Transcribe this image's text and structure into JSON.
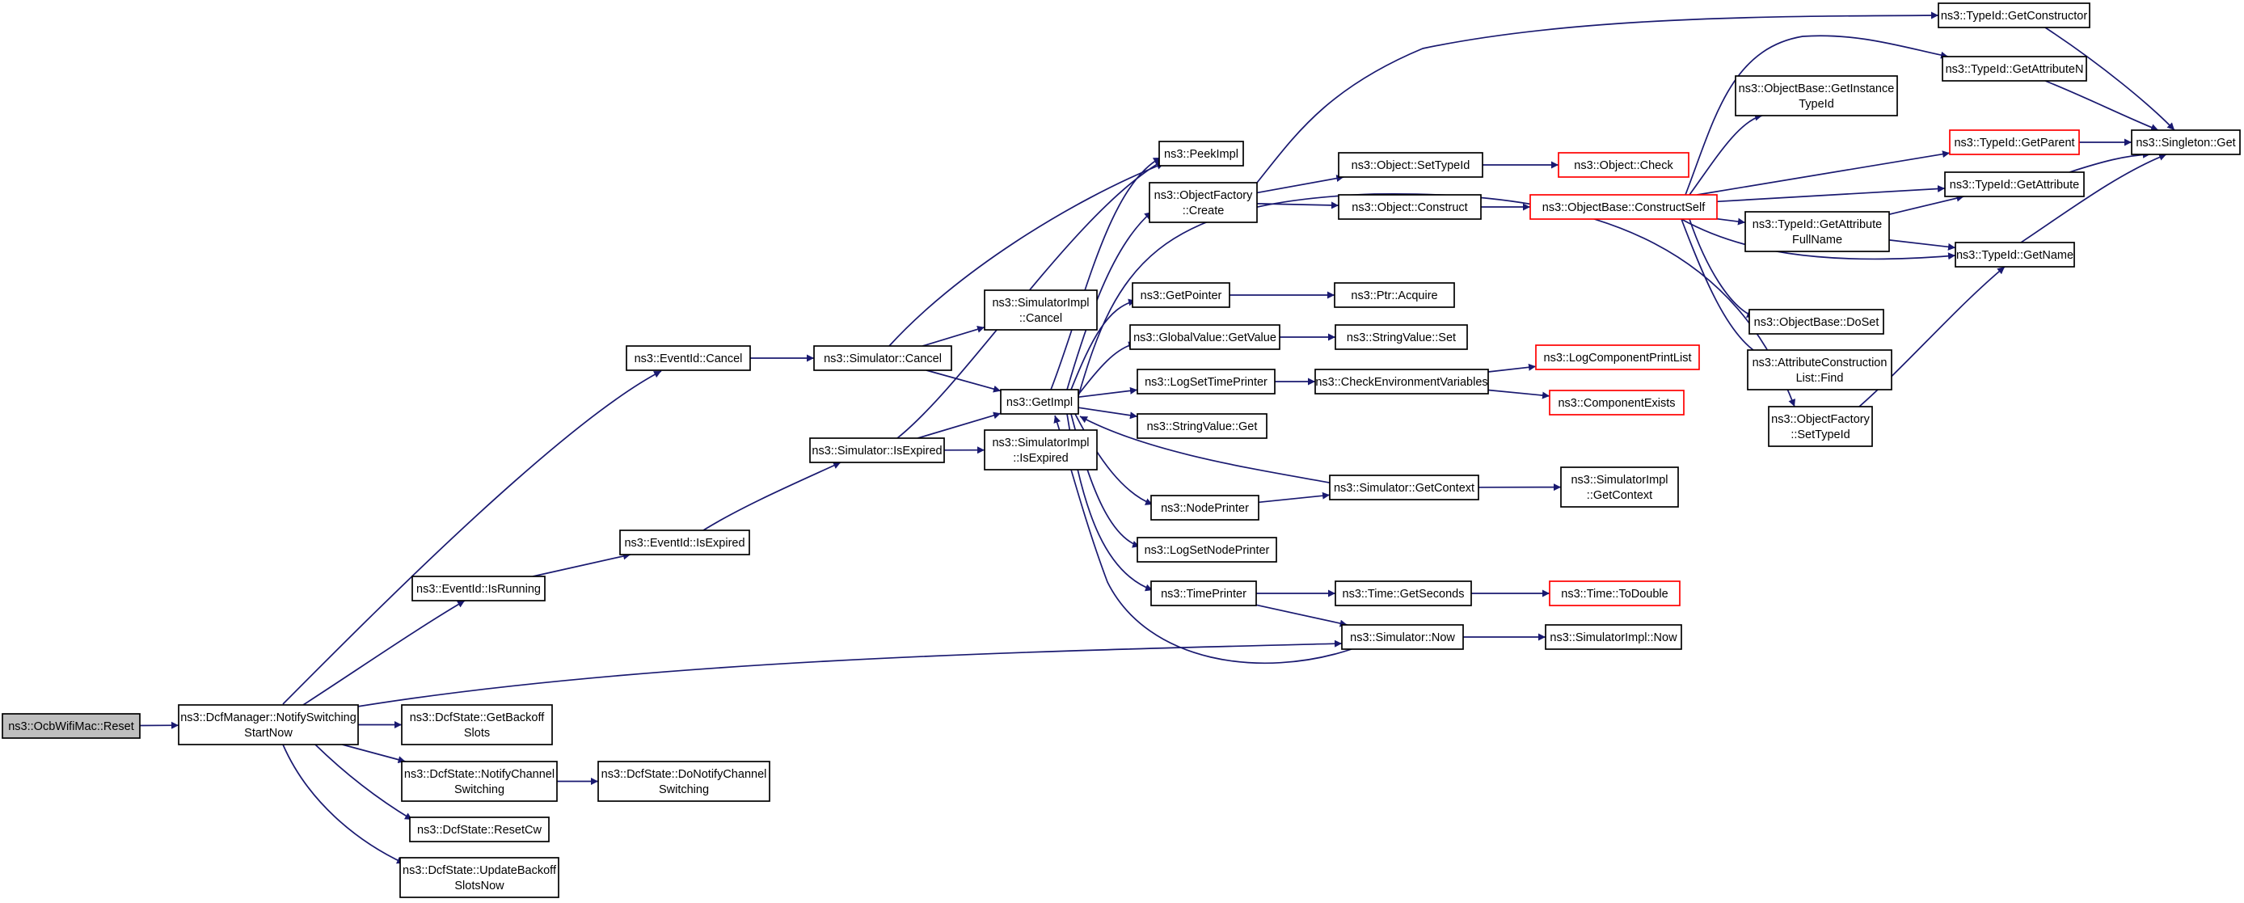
{
  "diagram": {
    "title": "",
    "edge_color": "#191970",
    "box_border_color": "#000000",
    "incomplete_border_color": "#ff0000",
    "root_fill": "#bfbfbf",
    "nodes": [
      {
        "id": "reset",
        "lines": [
          "ns3::OcbWifiMac::Reset"
        ],
        "style": "root"
      },
      {
        "id": "notify",
        "lines": [
          "ns3::DcfManager::NotifySwitching",
          "StartNow"
        ]
      },
      {
        "id": "evcancel",
        "lines": [
          "ns3::EventId::Cancel"
        ]
      },
      {
        "id": "isrunning",
        "lines": [
          "ns3::EventId::IsRunning"
        ]
      },
      {
        "id": "getbackoff",
        "lines": [
          "ns3::DcfState::GetBackoff",
          "Slots"
        ]
      },
      {
        "id": "notifych",
        "lines": [
          "ns3::DcfState::NotifyChannel",
          "Switching"
        ]
      },
      {
        "id": "resetcw",
        "lines": [
          "ns3::DcfState::ResetCw"
        ]
      },
      {
        "id": "updbackoff",
        "lines": [
          "ns3::DcfState::UpdateBackoff",
          "SlotsNow"
        ]
      },
      {
        "id": "evexpired",
        "lines": [
          "ns3::EventId::IsExpired"
        ]
      },
      {
        "id": "donotify",
        "lines": [
          "ns3::DcfState::DoNotifyChannel",
          "Switching"
        ]
      },
      {
        "id": "simcancel",
        "lines": [
          "ns3::Simulator::Cancel"
        ]
      },
      {
        "id": "simexpired",
        "lines": [
          "ns3::Simulator::IsExpired"
        ]
      },
      {
        "id": "implcancel",
        "lines": [
          "ns3::SimulatorImpl",
          "::Cancel"
        ]
      },
      {
        "id": "getimpl",
        "lines": [
          "ns3::GetImpl"
        ]
      },
      {
        "id": "implexpired",
        "lines": [
          "ns3::SimulatorImpl",
          "::IsExpired"
        ]
      },
      {
        "id": "peekimpl",
        "lines": [
          "ns3::PeekImpl"
        ]
      },
      {
        "id": "ofcreate",
        "lines": [
          "ns3::ObjectFactory",
          "::Create"
        ]
      },
      {
        "id": "getpointer",
        "lines": [
          "ns3::GetPointer"
        ]
      },
      {
        "id": "gvgetvalue",
        "lines": [
          "ns3::GlobalValue::GetValue"
        ]
      },
      {
        "id": "logtime",
        "lines": [
          "ns3::LogSetTimePrinter"
        ]
      },
      {
        "id": "strget",
        "lines": [
          "ns3::StringValue::Get"
        ]
      },
      {
        "id": "nodeprinter",
        "lines": [
          "ns3::NodePrinter"
        ]
      },
      {
        "id": "lognode",
        "lines": [
          "ns3::LogSetNodePrinter"
        ]
      },
      {
        "id": "timeprinter",
        "lines": [
          "ns3::TimePrinter"
        ]
      },
      {
        "id": "settypeid",
        "lines": [
          "ns3::Object::SetTypeId"
        ]
      },
      {
        "id": "construct",
        "lines": [
          "ns3::Object::Construct"
        ]
      },
      {
        "id": "ptracquire",
        "lines": [
          "ns3::Ptr::Acquire"
        ]
      },
      {
        "id": "strset",
        "lines": [
          "ns3::StringValue::Set"
        ]
      },
      {
        "id": "checkenv",
        "lines": [
          "ns3::CheckEnvironmentVariables"
        ]
      },
      {
        "id": "getcontext",
        "lines": [
          "ns3::Simulator::GetContext"
        ]
      },
      {
        "id": "getseconds",
        "lines": [
          "ns3::Time::GetSeconds"
        ]
      },
      {
        "id": "simnow",
        "lines": [
          "ns3::Simulator::Now"
        ]
      },
      {
        "id": "objcheck",
        "lines": [
          "ns3::Object::Check"
        ],
        "style": "red"
      },
      {
        "id": "constructself",
        "lines": [
          "ns3::ObjectBase::ConstructSelf"
        ],
        "style": "red"
      },
      {
        "id": "logcompprint",
        "lines": [
          "ns3::LogComponentPrintList"
        ],
        "style": "red"
      },
      {
        "id": "compexists",
        "lines": [
          "ns3::ComponentExists"
        ],
        "style": "red"
      },
      {
        "id": "implgetcontext",
        "lines": [
          "ns3::SimulatorImpl",
          "::GetContext"
        ]
      },
      {
        "id": "todouble",
        "lines": [
          "ns3::Time::ToDouble"
        ],
        "style": "red"
      },
      {
        "id": "implnow",
        "lines": [
          "ns3::SimulatorImpl::Now"
        ]
      },
      {
        "id": "getinstance",
        "lines": [
          "ns3::ObjectBase::GetInstance",
          "TypeId"
        ]
      },
      {
        "id": "getattrfull",
        "lines": [
          "ns3::TypeId::GetAttribute",
          "FullName"
        ]
      },
      {
        "id": "doset",
        "lines": [
          "ns3::ObjectBase::DoSet"
        ]
      },
      {
        "id": "attrfind",
        "lines": [
          "ns3::AttributeConstruction",
          "List::Find"
        ]
      },
      {
        "id": "ofsettypeid",
        "lines": [
          "ns3::ObjectFactory",
          "::SetTypeId"
        ]
      },
      {
        "id": "getconstructor",
        "lines": [
          "ns3::TypeId::GetConstructor"
        ]
      },
      {
        "id": "getattrn",
        "lines": [
          "ns3::TypeId::GetAttributeN"
        ]
      },
      {
        "id": "getparent",
        "lines": [
          "ns3::TypeId::GetParent"
        ],
        "style": "red"
      },
      {
        "id": "getattribute",
        "lines": [
          "ns3::TypeId::GetAttribute"
        ]
      },
      {
        "id": "getname",
        "lines": [
          "ns3::TypeId::GetName"
        ]
      },
      {
        "id": "singleton",
        "lines": [
          "ns3::Singleton::Get"
        ]
      }
    ],
    "edges": [
      [
        "reset",
        "notify"
      ],
      [
        "notify",
        "evcancel"
      ],
      [
        "notify",
        "isrunning"
      ],
      [
        "notify",
        "getbackoff"
      ],
      [
        "notify",
        "notifych"
      ],
      [
        "notify",
        "resetcw"
      ],
      [
        "notify",
        "updbackoff"
      ],
      [
        "notify",
        "simnow"
      ],
      [
        "evcancel",
        "simcancel"
      ],
      [
        "isrunning",
        "evexpired"
      ],
      [
        "evexpired",
        "simexpired"
      ],
      [
        "notifych",
        "donotify"
      ],
      [
        "simcancel",
        "implcancel"
      ],
      [
        "simcancel",
        "getimpl"
      ],
      [
        "simcancel",
        "peekimpl"
      ],
      [
        "simexpired",
        "getimpl"
      ],
      [
        "simexpired",
        "implexpired"
      ],
      [
        "simexpired",
        "peekimpl"
      ],
      [
        "getimpl",
        "peekimpl"
      ],
      [
        "getimpl",
        "ofcreate"
      ],
      [
        "getimpl",
        "getpointer"
      ],
      [
        "getimpl",
        "gvgetvalue"
      ],
      [
        "getimpl",
        "logtime"
      ],
      [
        "getimpl",
        "strget"
      ],
      [
        "getimpl",
        "nodeprinter"
      ],
      [
        "getimpl",
        "lognode"
      ],
      [
        "getimpl",
        "timeprinter"
      ],
      [
        "getimpl",
        "ofsettypeid"
      ],
      [
        "ofcreate",
        "settypeid"
      ],
      [
        "ofcreate",
        "construct"
      ],
      [
        "ofcreate",
        "getconstructor"
      ],
      [
        "getpointer",
        "ptracquire"
      ],
      [
        "gvgetvalue",
        "strset"
      ],
      [
        "logtime",
        "checkenv"
      ],
      [
        "checkenv",
        "logcompprint"
      ],
      [
        "checkenv",
        "compexists"
      ],
      [
        "nodeprinter",
        "getcontext"
      ],
      [
        "getcontext",
        "getimpl"
      ],
      [
        "getcontext",
        "implgetcontext"
      ],
      [
        "timeprinter",
        "getseconds"
      ],
      [
        "timeprinter",
        "simnow"
      ],
      [
        "simnow",
        "getimpl"
      ],
      [
        "simnow",
        "implnow"
      ],
      [
        "getseconds",
        "todouble"
      ],
      [
        "settypeid",
        "objcheck"
      ],
      [
        "construct",
        "constructself"
      ],
      [
        "constructself",
        "getinstance"
      ],
      [
        "constructself",
        "getattrn"
      ],
      [
        "constructself",
        "getparent"
      ],
      [
        "constructself",
        "getattribute"
      ],
      [
        "constructself",
        "getattrfull"
      ],
      [
        "constructself",
        "getname"
      ],
      [
        "constructself",
        "doset"
      ],
      [
        "constructself",
        "attrfind"
      ],
      [
        "getattrfull",
        "getattribute"
      ],
      [
        "getattrfull",
        "getname"
      ],
      [
        "ofsettypeid",
        "getname"
      ],
      [
        "getconstructor",
        "singleton"
      ],
      [
        "getattrn",
        "singleton"
      ],
      [
        "getparent",
        "singleton"
      ],
      [
        "getattribute",
        "singleton"
      ],
      [
        "getname",
        "singleton"
      ]
    ]
  }
}
